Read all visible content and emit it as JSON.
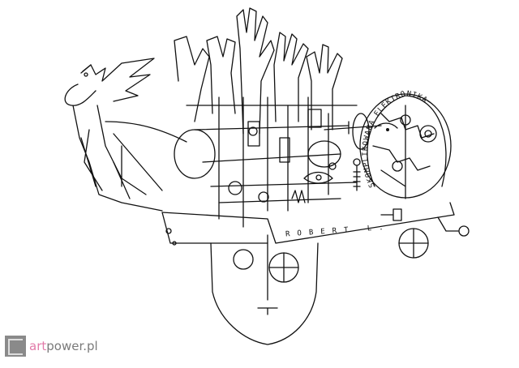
{
  "artwork": {
    "head_inscription": "SKOMPLIKOWANA ELEKTRONIKA",
    "signature": "ROBERT L.",
    "line_color": "#111111",
    "background": "#ffffff"
  },
  "watermark": {
    "accent": "art",
    "rest": "power.pl",
    "accent_color": "#e27aa9",
    "text_color": "#7a7a7a",
    "logo_icon": "artpower-logo-icon"
  }
}
